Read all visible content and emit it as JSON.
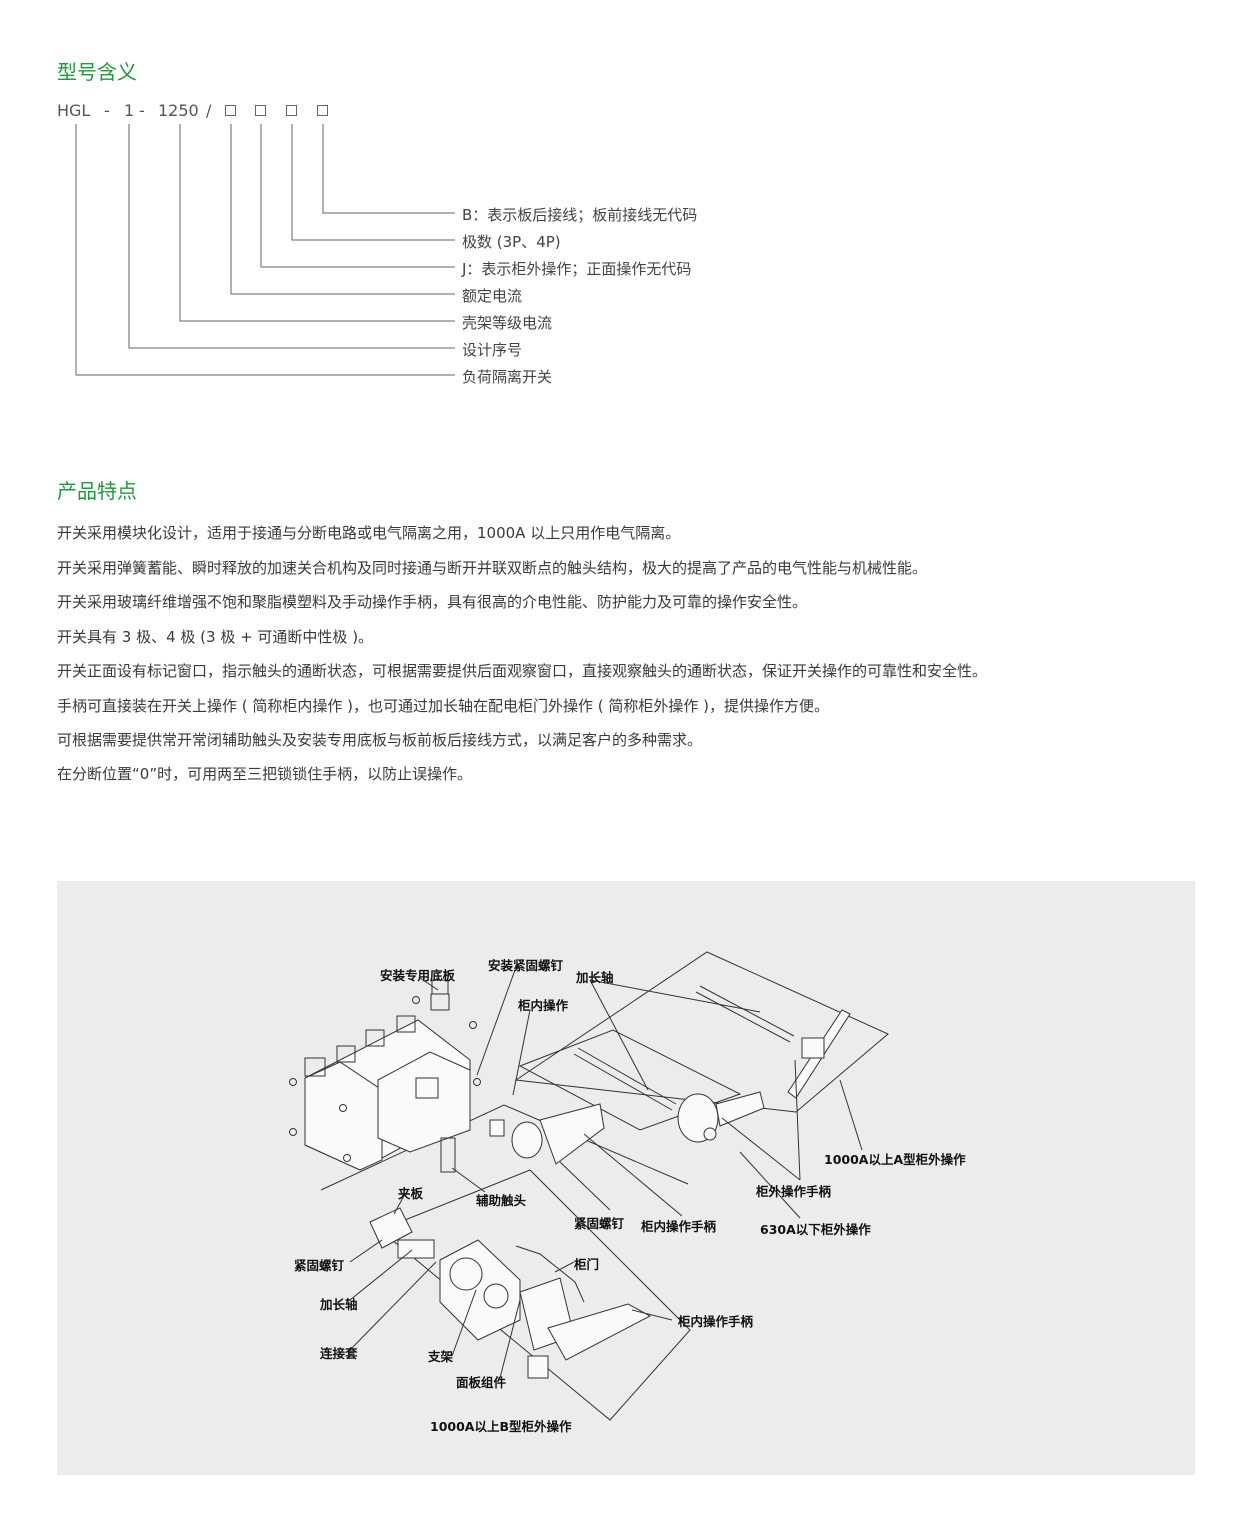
{
  "model_section": {
    "title": "型号含义",
    "code_parts": [
      "HGL",
      "-",
      "1",
      "-",
      "1250",
      "/"
    ],
    "legend": [
      "B：表示板后接线；板前接线无代码",
      "极数 (3P、4P)",
      "J：表示柜外操作；正面操作无代码",
      "额定电流",
      "壳架等级电流",
      "设计序号",
      "负荷隔离开关"
    ]
  },
  "features_section": {
    "title": "产品特点",
    "items": [
      "开关采用模块化设计，适用于接通与分断电路或电气隔离之用，1000A 以上只用作电气隔离。",
      "开关采用弹簧蓄能、瞬时释放的加速关合机构及同时接通与断开并联双断点的触头结构，极大的提高了产品的电气性能与机械性能。",
      "开关采用玻璃纤维增强不饱和聚脂模塑料及手动操作手柄，具有很高的介电性能、防护能力及可靠的操作安全性。",
      "开关具有 3 极、4 极 (3 极 + 可通断中性极 )。",
      "开关正面设有标记窗口，指示触头的通断状态，可根据需要提供后面观察窗口，直接观察触头的通断状态，保证开关操作的可靠性和安全性。",
      "手柄可直接装在开关上操作 ( 简称柜内操作 )，也可通过加长轴在配电柜门外操作 ( 简称柜外操作 )，提供操作方便。",
      "可根据需要提供常开常闭辅助触头及安装专用底板与板前板后接线方式，以满足客户的多种需求。",
      "在分断位置“0”时，可用两至三把锁锁住手柄，以防止误操作。"
    ]
  },
  "figure": {
    "labels": {
      "mount_plate": "安装专用底板",
      "mount_screw": "安装紧固螺钉",
      "ext_shaft_top": "加长轴",
      "inner_op": "柜内操作",
      "type_a_op": "1000A以上A型柜外操作",
      "outer_handle": "柜外操作手柄",
      "below_630": "630A以下柜外操作",
      "inner_handle_mid": "柜内操作手柄",
      "tight_screw_mid": "紧固螺钉",
      "aux_contact": "辅助触头",
      "clamp": "夹板",
      "tight_screw_left": "紧固螺钉",
      "ext_shaft_left": "加长轴",
      "coupling": "连接套",
      "bracket": "支架",
      "panel_assy": "面板组件",
      "cabinet_door": "柜门",
      "inner_handle_low": "柜内操作手柄",
      "type_b_op": "1000A以上B型柜外操作"
    }
  },
  "colors": {
    "accent_green": "#1e9a3c",
    "panel_bg": "#ececec",
    "line": "#555555"
  }
}
